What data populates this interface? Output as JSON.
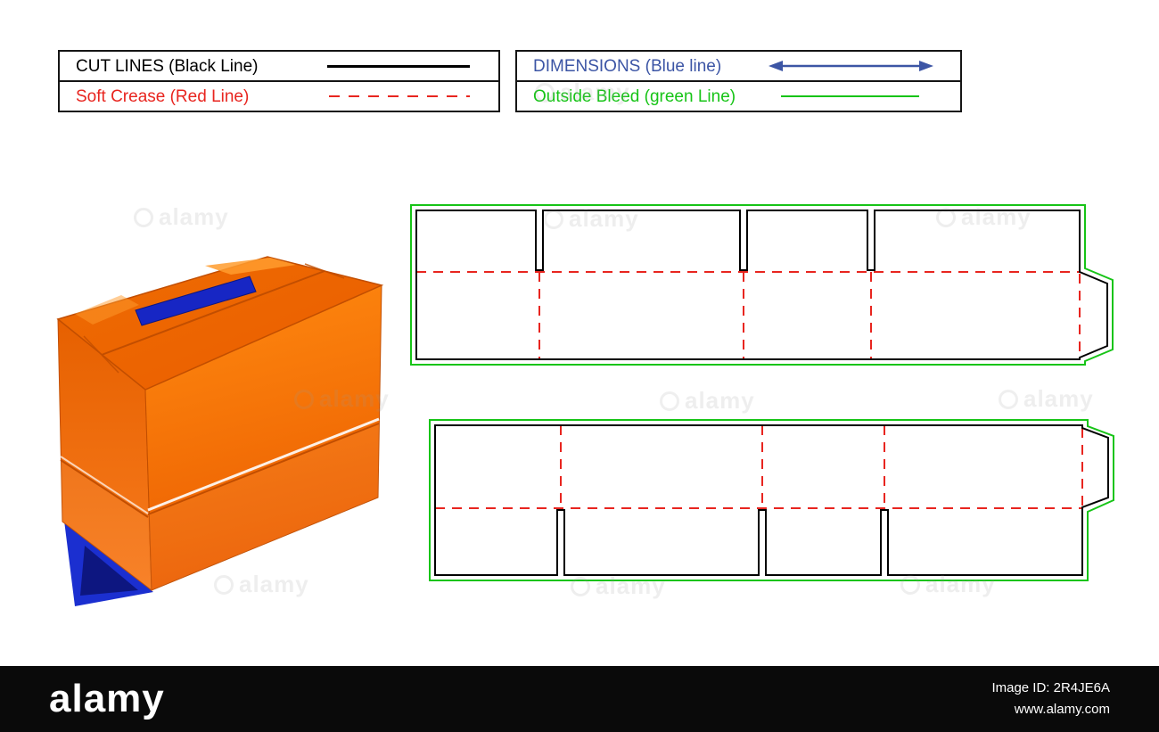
{
  "colors": {
    "cut": "#000000",
    "crease": "#e8251f",
    "dimension": "#3c55a5",
    "bleed": "#17c417",
    "box-top": "#ee6c02",
    "box-top-light": "#ff9c2e",
    "box-main": "#ff8a10",
    "box-main-deep": "#eb5d00",
    "box-left": "#e66000",
    "box-left-light": "#f87c1e",
    "box-edge": "#c24e00",
    "handle-blue": "#1726c4",
    "handle-blue-dark": "#0d1680",
    "bottom-blue": "#1b2fd0",
    "watermark": "#9a9a9a",
    "footer-bg": "#0a0a0a",
    "footer-text": "#ffffff"
  },
  "legend": {
    "cut_label": "CUT LINES (Black Line)",
    "crease_label": "Soft Crease (Red Line)",
    "dimension_label": "DIMENSIONS (Blue line)",
    "bleed_label": "Outside Bleed (green Line)"
  },
  "watermark": {
    "text": "alamy"
  },
  "footer": {
    "brand": "alamy",
    "image_id": "Image ID: 2R4JE6A",
    "site": "www.alamy.com"
  }
}
